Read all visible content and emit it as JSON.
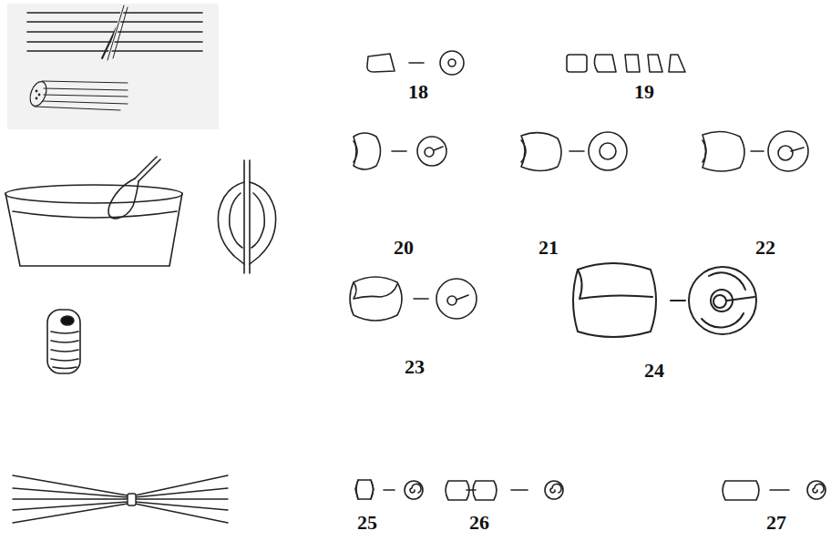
{
  "diagram": {
    "labels": [
      "18",
      "19",
      "20",
      "21",
      "22",
      "23",
      "24",
      "25",
      "26",
      "27"
    ]
  }
}
